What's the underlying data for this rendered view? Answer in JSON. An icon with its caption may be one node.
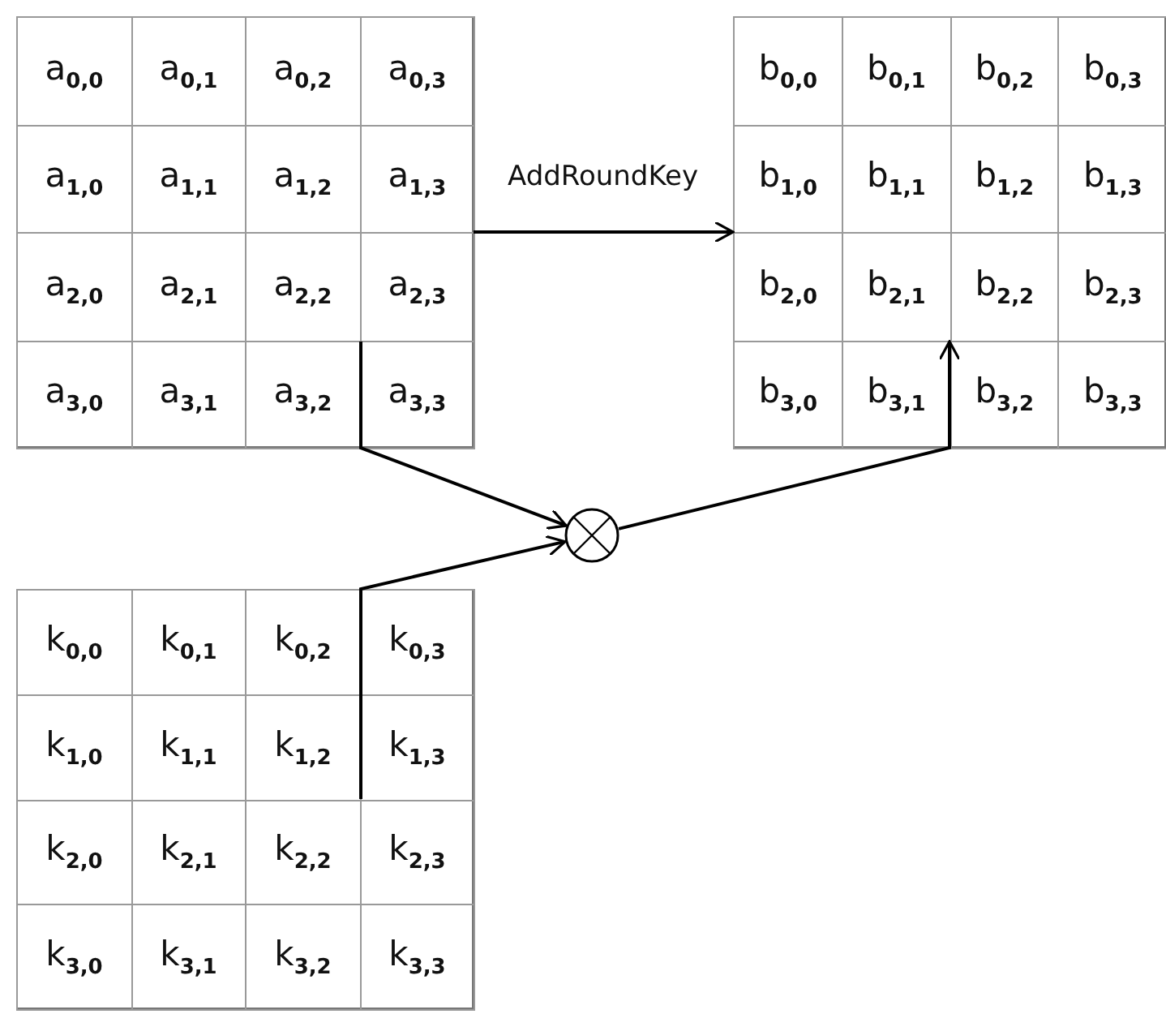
{
  "diagram": {
    "nodes": [
      {
        "text": [],
        "shape": "box"
      },
      {
        "text": [
          "a$_{0,0}$"
        ],
        "in": 0
      },
      {
        "text": [
          "a$_{0,1}$"
        ],
        "in": 0
      },
      {
        "text": [
          "a$_{0,2}$"
        ],
        "in": 0
      },
      {
        "text": [
          "a$_{0,3}$"
        ],
        "in": 0
      },
      {
        "text": [
          "a$_{1,0}$"
        ],
        "in": 0
      },
      {
        "text": [
          "a$_{1,1}$"
        ],
        "in": 0
      },
      {
        "text": [
          "a$_{1,2}$"
        ],
        "in": 0
      },
      {
        "text": [
          "a$_{1,3}$"
        ],
        "in": 0
      },
      {
        "text": [
          "a$_{2,0}$"
        ],
        "in": 0
      },
      {
        "text": [
          "a$_{2,1}$"
        ],
        "in": 0
      },
      {
        "text": [
          "a$_{2,2}$"
        ],
        "in": 0
      },
      {
        "text": [
          "a$_{2,3}$"
        ],
        "in": 0
      },
      {
        "text": [
          "a$_{3,0}$"
        ],
        "in": 0
      },
      {
        "text": [
          "a$_{3,1}$"
        ],
        "in": 0
      },
      {
        "text": [
          "a$_{3,2}$"
        ],
        "in": 0
      },
      {
        "text": [
          "a$_{3,3}$"
        ],
        "in": 0
      },
      {
        "text": [],
        "shape": "box"
      },
      {
        "text": [
          "b$_{0,0}$"
        ],
        "in": 17
      },
      {
        "text": [
          "b$_{0,1}$"
        ],
        "in": 17
      },
      {
        "text": [
          "b$_{0,2}$"
        ],
        "in": 17
      },
      {
        "text": [
          "b$_{0,3}$"
        ],
        "in": 17
      },
      {
        "text": [
          "b$_{1,0}$"
        ],
        "in": 17
      },
      {
        "text": [
          "b$_{1,1}$"
        ],
        "in": 17
      },
      {
        "text": [
          "b$_{1,2}$"
        ],
        "in": 17
      },
      {
        "text": [
          "b$_{1,3}$"
        ],
        "in": 17
      },
      {
        "text": [
          "b$_{2,0}$"
        ],
        "in": 17
      },
      {
        "text": [
          "b$_{2,1}$"
        ],
        "in": 17
      },
      {
        "text": [
          "b$_{2,2}$"
        ],
        "in": 17
      },
      {
        "text": [
          "b$_{2,3}$"
        ],
        "in": 17
      },
      {
        "text": [
          "b$_{3,0}$"
        ],
        "in": 17
      },
      {
        "text": [
          "b$_{3,1}$"
        ],
        "in": 17
      },
      {
        "text": [
          "b$_{3,2}$"
        ],
        "in": 17
      },
      {
        "text": [
          "b$_{3,3}$"
        ],
        "in": 17
      },
      {
        "text": [],
        "shape": "circle"
      },
      {
        "text": [],
        "shape": "box"
      },
      {
        "text": [
          "k$_{0,0}$"
        ],
        "in": 35
      },
      {
        "text": [
          "k$_{0,1}$"
        ],
        "in": 35
      },
      {
        "text": [
          "k$_{0,2}$"
        ],
        "in": 35
      },
      {
        "text": [
          "k$_{0,3}$"
        ],
        "in": 35
      },
      {
        "text": [
          "k$_{1,0}$"
        ],
        "in": 35
      },
      {
        "text": [
          "k$_{1,1}$"
        ],
        "in": 35
      },
      {
        "text": [
          "k$_{1,2}$"
        ],
        "in": 35
      },
      {
        "text": [
          "k$_{1,3}$"
        ],
        "in": 35
      },
      {
        "text": [
          "k$_{2,0}$"
        ],
        "in": 35
      },
      {
        "text": [
          "k$_{2,1}$"
        ],
        "in": 35
      },
      {
        "text": [
          "k$_{2,2}$"
        ],
        "in": 35
      },
      {
        "text": [
          "k$_{2,3}$"
        ],
        "in": 35
      },
      {
        "text": [
          "k$_{3,0}$"
        ],
        "in": 35
      },
      {
        "text": [
          "k$_{3,1}$"
        ],
        "in": 35
      },
      {
        "text": [
          "k$_{3,2}$"
        ],
        "in": 35
      },
      {
        "text": [
          "k$_{3,3}$"
        ],
        "in": 35
      }
    ],
    "edges": [
      {
        "from": 0,
        "to": 17,
        "arrow": "to",
        "label": "AddRoundKey"
      },
      {
        "from": 11,
        "to": 34,
        "arrow": "to"
      },
      {
        "from": 46,
        "to": 34,
        "arrow": "to"
      },
      {
        "from": 34,
        "to": 28,
        "arrow": "to"
      }
    ]
  }
}
